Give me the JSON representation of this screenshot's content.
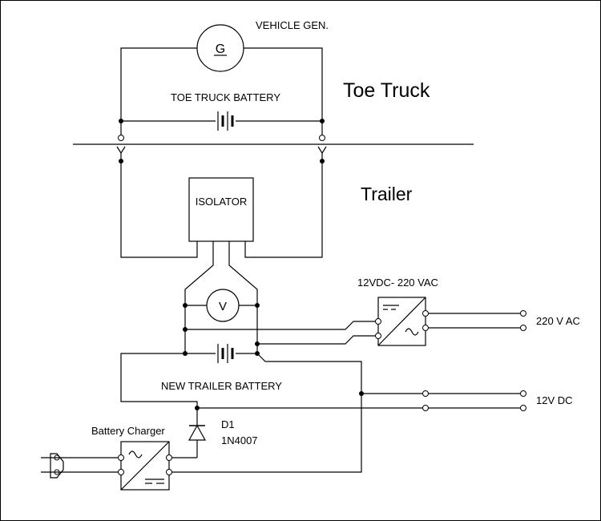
{
  "labels": {
    "generator_symbol": "G",
    "generator_name": "VEHICLE GEN.",
    "truck_battery": "TOE TRUCK BATTERY",
    "section_truck": "Toe Truck",
    "section_trailer": "Trailer",
    "isolator": "ISOLATOR",
    "voltmeter_symbol": "V",
    "inverter": "12VDC- 220 VAC",
    "ac_output": "220 V AC",
    "trailer_battery": "NEW TRAILER BATTERY",
    "dc_output": "12V DC",
    "diode_ref": "D1",
    "diode_part": "1N4007",
    "charger": "Battery Charger"
  },
  "colors": {
    "ink": "#000000",
    "background": "#ffffff",
    "frame": "#000000"
  }
}
